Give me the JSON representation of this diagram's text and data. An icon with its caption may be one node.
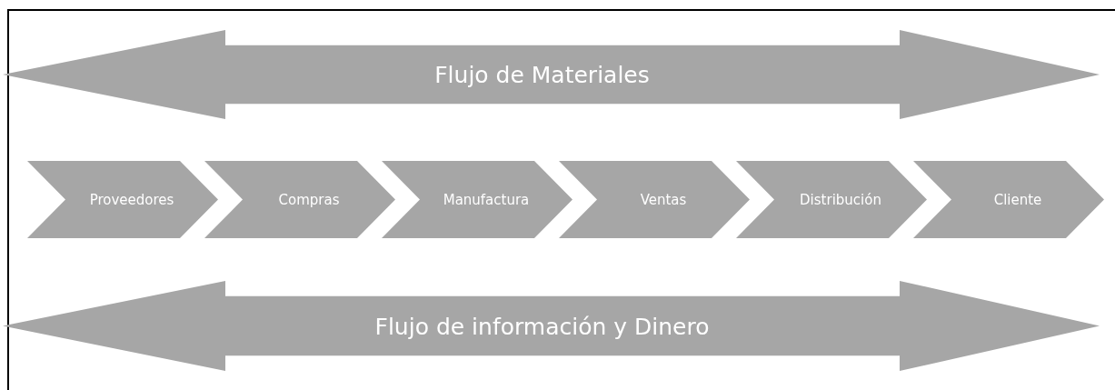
{
  "diagram": {
    "nodes": [
      {
        "text": [
          "Flujo de Materiales"
        ]
      },
      {
        "text": [
          "Proveedores"
        ]
      },
      {
        "text": [
          "Compras"
        ]
      },
      {
        "text": [
          "Manufactura"
        ]
      },
      {
        "text": [
          "Ventas"
        ]
      },
      {
        "text": [
          "Distribución"
        ]
      },
      {
        "text": [
          "Cliente"
        ]
      },
      {
        "text": [
          "Flujo de información y Dinero"
        ]
      }
    ]
  }
}
